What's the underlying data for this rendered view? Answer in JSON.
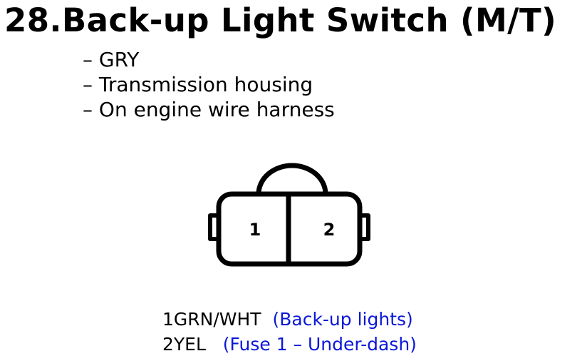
{
  "title": "28.Back-up Light Switch (M/T)",
  "details": [
    "– GRY",
    "– Transmission housing",
    "– On engine wire harness"
  ],
  "connector": {
    "type": "2-pin connector face view",
    "pins": [
      "1",
      "2"
    ]
  },
  "pinout": [
    {
      "pin": "1",
      "wire": "GRN/WHT",
      "description": "(Back-up lights)"
    },
    {
      "pin": "2",
      "wire": "YEL",
      "description": "(Fuse 1 – Under-dash)"
    }
  ],
  "colors": {
    "text": "#000000",
    "description": "#0a18d8"
  }
}
